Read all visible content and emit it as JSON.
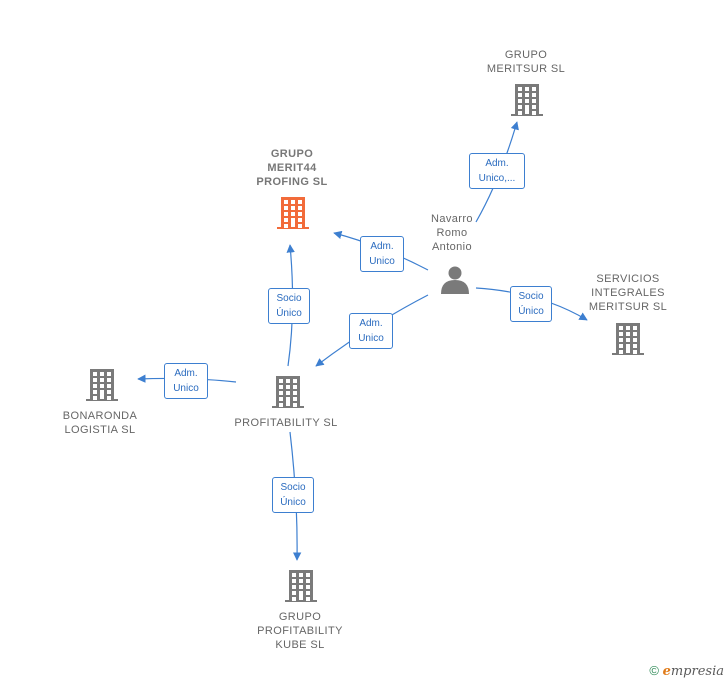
{
  "colors": {
    "edge": "#3d7fd0",
    "company": "#7a7a7a",
    "highlight": "#f26b3a",
    "person": "#7a7a7a"
  },
  "nodes": [
    {
      "id": "grupo-meritsur",
      "label": "GRUPO\nMERITSUR SL",
      "icon": "building-icon",
      "main": false
    },
    {
      "id": "grupo-merit44",
      "label": "GRUPO\nMERIT44\nPROFING  SL",
      "icon": "building-icon",
      "main": true
    },
    {
      "id": "navarro",
      "label": "Navarro\nRomo\nAntonio",
      "icon": "person-icon",
      "main": false
    },
    {
      "id": "servicios",
      "label": "SERVICIOS\nINTEGRALES\nMERITSUR  SL",
      "icon": "building-icon",
      "main": false
    },
    {
      "id": "bonaronda",
      "label": "BONARONDA\nLOGISTIA  SL",
      "icon": "building-icon",
      "main": false
    },
    {
      "id": "profitability",
      "label": "PROFITABILITY SL",
      "icon": "building-icon",
      "main": false
    },
    {
      "id": "grupo-profitability",
      "label": "GRUPO\nPROFITABILITY\nKUBE  SL",
      "icon": "building-icon",
      "main": false
    }
  ],
  "edges": [
    {
      "from": "navarro",
      "to": "grupo-meritsur",
      "label": "Adm.\nUnico,..."
    },
    {
      "from": "navarro",
      "to": "grupo-merit44",
      "label": "Adm.\nUnico"
    },
    {
      "from": "navarro",
      "to": "servicios",
      "label": "Socio\nÚnico"
    },
    {
      "from": "navarro",
      "to": "profitability",
      "label": "Adm.\nUnico"
    },
    {
      "from": "profitability",
      "to": "grupo-merit44",
      "label": "Socio\nÚnico"
    },
    {
      "from": "profitability",
      "to": "bonaronda",
      "label": "Adm.\nUnico"
    },
    {
      "from": "profitability",
      "to": "grupo-profitability",
      "label": "Socio\nÚnico"
    }
  ],
  "footer": {
    "copyright_symbol": "©",
    "brand_first": "e",
    "brand_rest": "mpresia"
  }
}
